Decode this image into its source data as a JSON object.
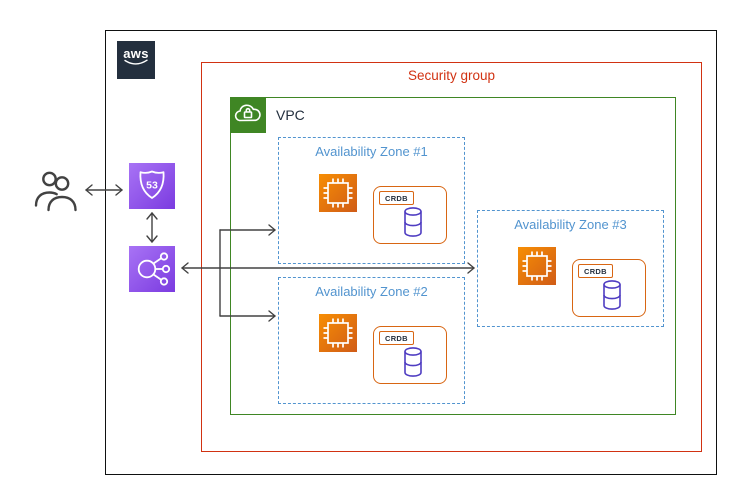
{
  "diagram": {
    "aws_logo": {
      "text": "aws"
    },
    "security_group": {
      "label": "Security group"
    },
    "vpc": {
      "label": "VPC"
    },
    "availability_zones": [
      {
        "label": "Availability Zone #1"
      },
      {
        "label": "Availability Zone #2"
      },
      {
        "label": "Availability Zone #3"
      }
    ],
    "nodes": {
      "route53": {
        "badge_text": "53"
      },
      "crdb": {
        "label": "CRDB"
      }
    },
    "icons": [
      "users-icon",
      "route53-icon",
      "load-balancer-icon",
      "ec2-instance-icon",
      "database-icon",
      "vpc-cloud-lock-icon",
      "aws-logo"
    ],
    "colors": {
      "security_group_red": "#d13212",
      "vpc_green": "#3f8624",
      "az_blue": "#5294cf",
      "compute_orange": "#d86613",
      "network_purple": "#8c4fff",
      "database_indigo": "#4f3dc2",
      "connector_gray": "#424242",
      "aws_navy": "#232f3e"
    }
  }
}
